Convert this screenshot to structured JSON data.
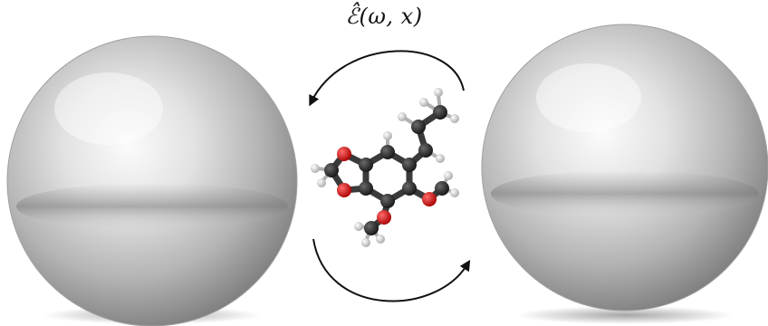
{
  "formula": {
    "text": "ℰ̂(ω, x)"
  },
  "colors": {
    "sphere_light": "#f4f4f4",
    "sphere_mid": "#c8c8c8",
    "sphere_dark": "#8a8a8a",
    "carbon": "#2a2a2a",
    "oxygen": "#d81414",
    "hydrogen": "#e8e8e8",
    "arrow": "#111111"
  },
  "icons": {
    "left_sphere": "mirror-sphere",
    "right_sphere": "mirror-sphere",
    "molecule": "ball-and-stick-molecule",
    "upper_arrow": "curved-arrow-left",
    "lower_arrow": "curved-arrow-right"
  }
}
